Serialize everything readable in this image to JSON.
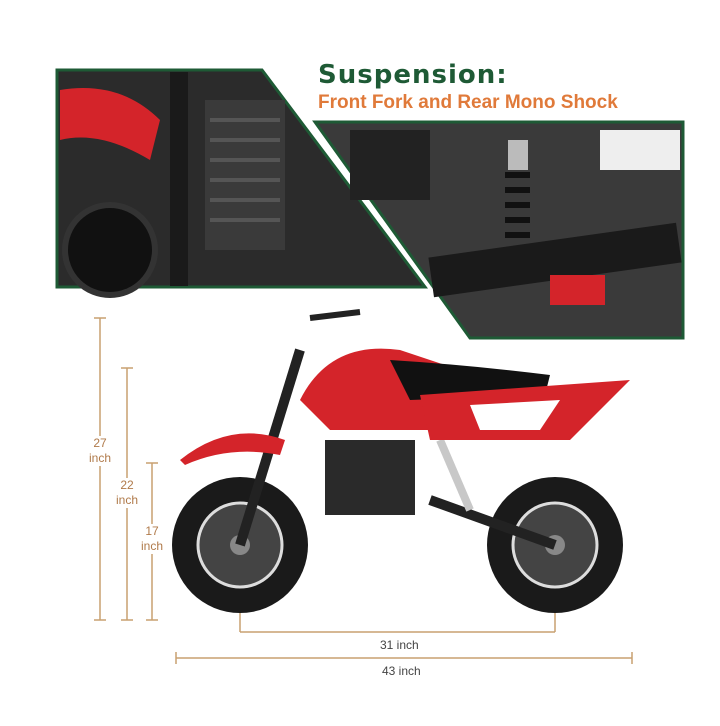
{
  "header": {
    "title": "Suspension:",
    "subtitle": "Front Fork and Rear Mono Shock"
  },
  "dimensions": {
    "height_total": {
      "value": "27",
      "unit": "inch"
    },
    "height_seat": {
      "value": "22",
      "unit": "inch"
    },
    "height_footpeg": {
      "value": "17",
      "unit": "inch"
    },
    "wheelbase": "31 inch",
    "length": "43 inch"
  },
  "colors": {
    "title": "#1e5a35",
    "subtitle": "#e07a3a",
    "frame_border": "#1e5a35",
    "bike_red": "#d4242a",
    "dimension_line": "#c8a070"
  }
}
